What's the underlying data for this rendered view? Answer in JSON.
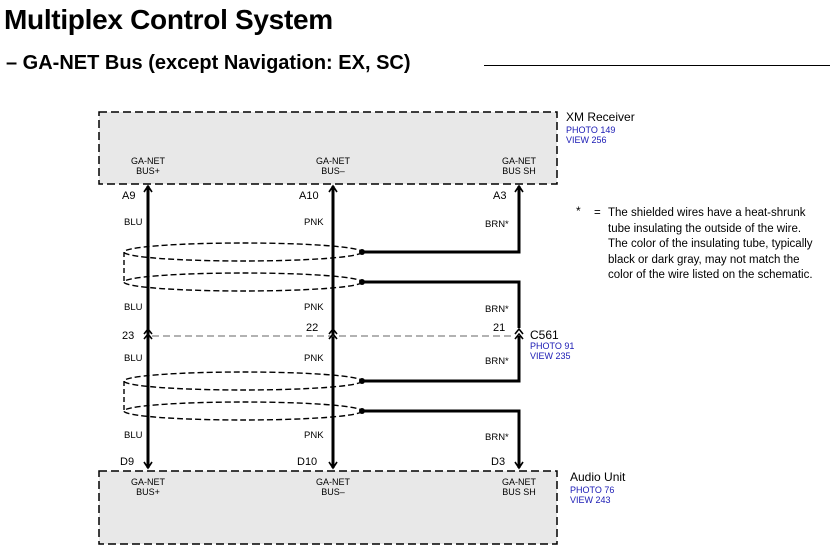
{
  "title": "Multiplex Control System",
  "subtitle": "– GA-NET Bus (except Navigation: EX, SC)",
  "colors": {
    "photo_link": "#1a1ab4",
    "box_fill": "#e8e8e8",
    "line": "#000000"
  },
  "xm_receiver": {
    "name": "XM Receiver",
    "photo": "PHOTO 149",
    "view": "VIEW 256",
    "pins": [
      {
        "label1": "GA-NET",
        "label2": "BUS+",
        "pin": "A9"
      },
      {
        "label1": "GA-NET",
        "label2": "BUS–",
        "pin": "A10"
      },
      {
        "label1": "GA-NET",
        "label2": "BUS SH",
        "pin": "A3"
      }
    ]
  },
  "audio_unit": {
    "name": "Audio Unit",
    "photo": "PHOTO 76",
    "view": "VIEW 243",
    "pins": [
      {
        "label1": "GA-NET",
        "label2": "BUS+",
        "pin": "D9"
      },
      {
        "label1": "GA-NET",
        "label2": "BUS–",
        "pin": "D10"
      },
      {
        "label1": "GA-NET",
        "label2": "BUS SH",
        "pin": "D3"
      }
    ]
  },
  "connector": {
    "name": "C561",
    "photo": "PHOTO 91",
    "view": "VIEW 235",
    "pins": [
      "23",
      "22",
      "21"
    ]
  },
  "wires": {
    "plus": "BLU",
    "minus": "PNK",
    "shield": "BRN*"
  },
  "note": {
    "star": "*",
    "eq": "=",
    "text": "The shielded wires have a heat-shrunk tube insulating the outside of the wire.  The color of the insulating tube, typically black or dark gray, may not match the color of the wire listed on the schematic."
  }
}
